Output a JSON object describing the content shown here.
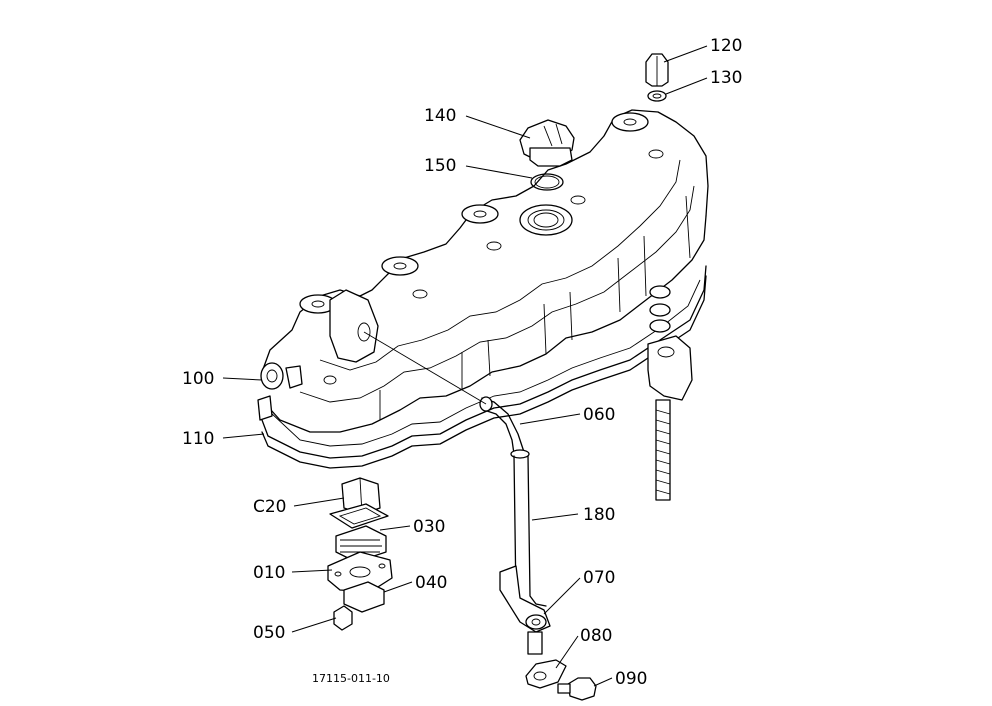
{
  "diagram": {
    "reference_number": "17115-011-10",
    "callouts": [
      {
        "id": "120",
        "label": "120"
      },
      {
        "id": "130",
        "label": "130"
      },
      {
        "id": "140",
        "label": "140"
      },
      {
        "id": "150",
        "label": "150"
      },
      {
        "id": "100",
        "label": "100"
      },
      {
        "id": "110",
        "label": "110"
      },
      {
        "id": "060",
        "label": "060"
      },
      {
        "id": "180",
        "label": "180"
      },
      {
        "id": "020",
        "label": "C20"
      },
      {
        "id": "030",
        "label": "030"
      },
      {
        "id": "010",
        "label": "010"
      },
      {
        "id": "040",
        "label": "040"
      },
      {
        "id": "050",
        "label": "050"
      },
      {
        "id": "070",
        "label": "070"
      },
      {
        "id": "080",
        "label": "080"
      },
      {
        "id": "090",
        "label": "090"
      }
    ]
  }
}
